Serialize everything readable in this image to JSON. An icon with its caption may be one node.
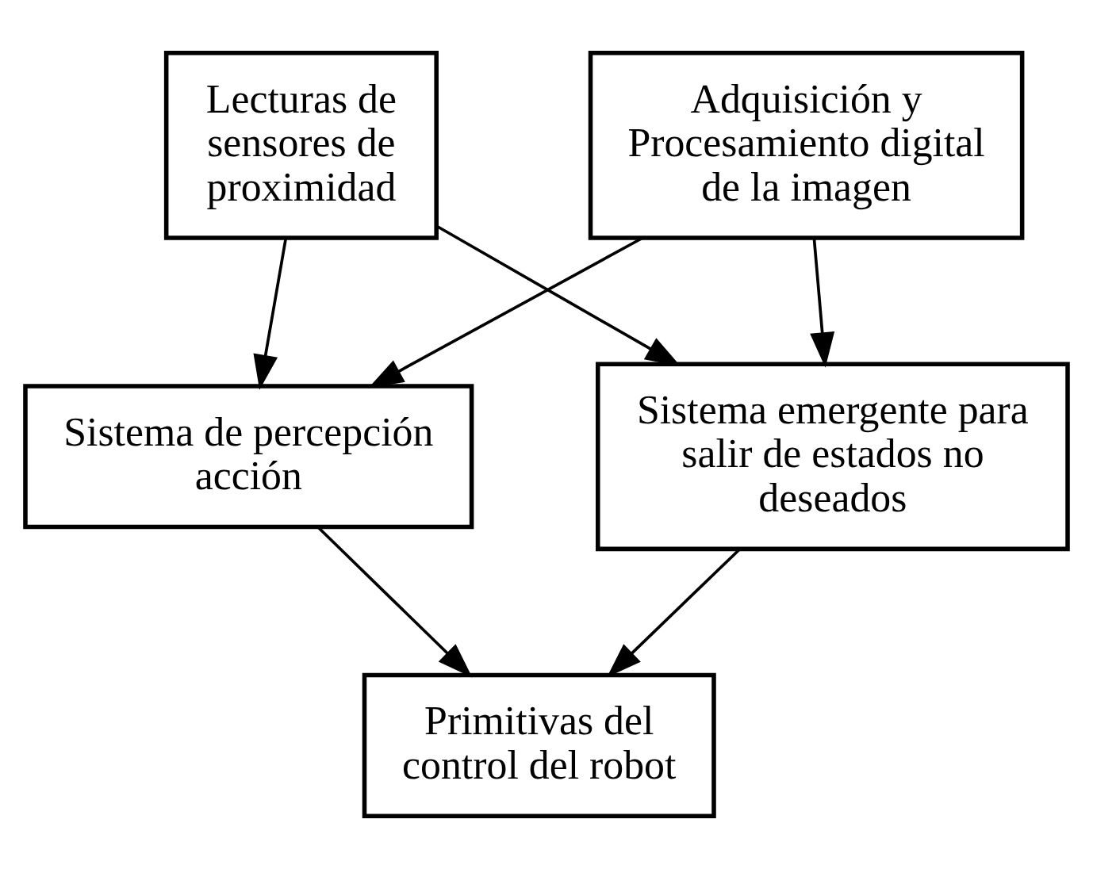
{
  "diagram": {
    "nodes": [
      {
        "text": [
          "Lecturas de sensores de proximidad"
        ]
      },
      {
        "text": [
          "Adquisición y Procesamiento digital de la imagen"
        ]
      },
      {
        "text": [
          "Sistema de percepción acción"
        ]
      },
      {
        "text": [
          "Sistema emergente para salir de estados no deseados"
        ]
      },
      {
        "text": [
          "Primitivas del control del robot"
        ]
      }
    ],
    "edges": [
      {
        "from": 0,
        "to": 2,
        "arrow": "to"
      },
      {
        "from": 0,
        "to": 3,
        "arrow": "to"
      },
      {
        "from": 1,
        "to": 2,
        "arrow": "to"
      },
      {
        "from": 1,
        "to": 3,
        "arrow": "to"
      },
      {
        "from": 2,
        "to": 4,
        "arrow": "to"
      },
      {
        "from": 3,
        "to": 4,
        "arrow": "to"
      }
    ]
  }
}
